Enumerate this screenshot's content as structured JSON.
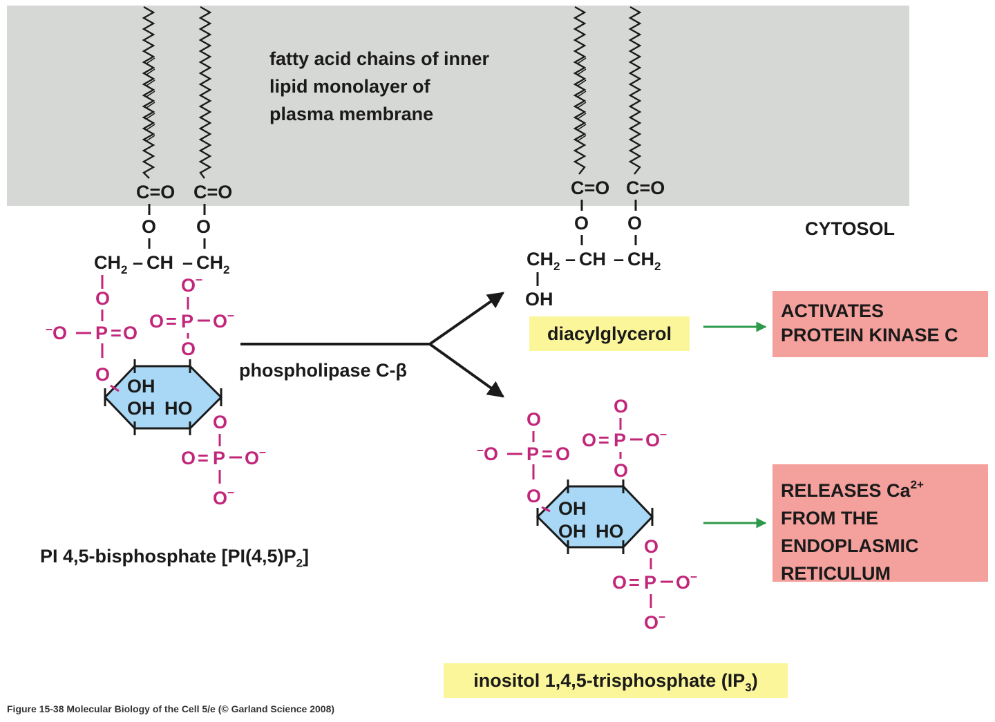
{
  "membrane": {
    "label_lines": [
      "fatty acid chains of inner",
      "lipid monolayer of",
      "plasma membrane"
    ],
    "color": "#d6d8d5"
  },
  "cytosol_label": "CYTOSOL",
  "enzyme_label": "phospholipase C-β",
  "pip2": {
    "name": "PI 4,5-bisphosphate [PI(4,5)P",
    "name_sub": "2",
    "name_end": "]"
  },
  "dag": {
    "name": "diacylglycerol"
  },
  "ip3": {
    "name": "inositol 1,4,5-trisphosphate (IP",
    "name_sub": "3",
    "name_end": ")"
  },
  "effects": {
    "pkc_lines": [
      "ACTIVATES",
      "PROTEIN KINASE C"
    ],
    "ca_lines": [
      "RELEASES Ca",
      "FROM THE",
      "ENDOPLASMIC",
      "RETICULUM"
    ],
    "ca_sup": "2+"
  },
  "chem": {
    "carbonyl": "C=O",
    "ester_o": "O",
    "ch2": "CH",
    "ch2_sub": "2",
    "ch": "CH",
    "dash": "–",
    "oh": "OH",
    "ho": "HO",
    "o": "O",
    "o_minus": "O",
    "minus": "–",
    "p": "P",
    "eq": "="
  },
  "caption": "Figure 15-38  Molecular Biology of the Cell 5/e (© Garland Science 2008)",
  "colors": {
    "phosphate": "#c2267a",
    "inositol_ring": "#a8d8f5",
    "label_highlight": "#fbf69a",
    "effect_box": "#f4a09c",
    "effect_arrow": "#2c9a4a"
  }
}
